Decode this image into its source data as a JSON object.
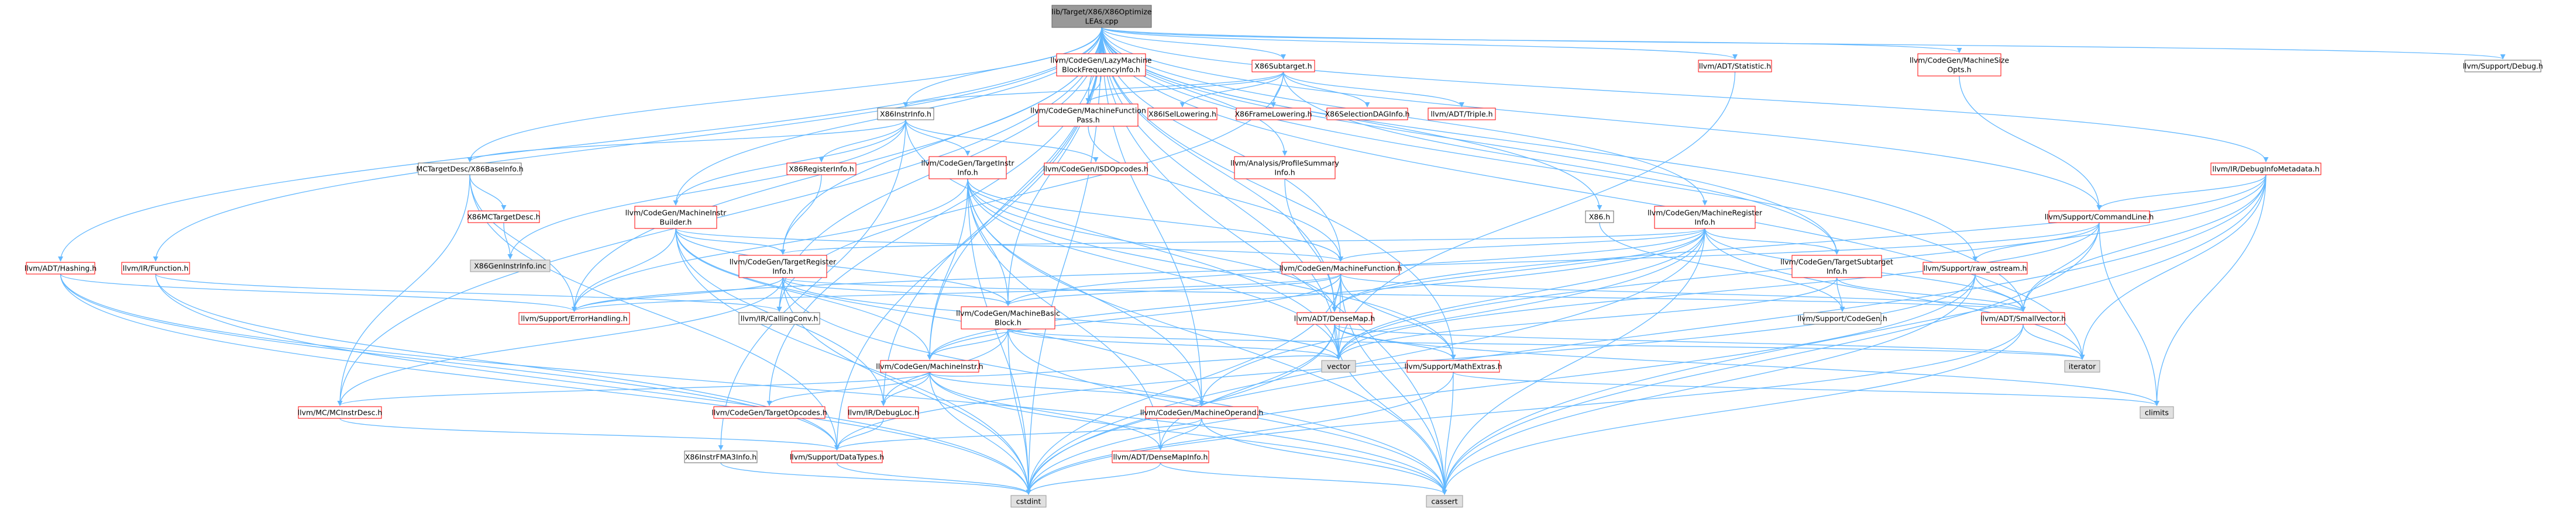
{
  "diagram": {
    "title": "Include dependency graph",
    "nodes": [
      {
        "id": "root",
        "label": [
          "lib/Target/X86/X86Optimize",
          "LEAs.cpp"
        ],
        "style": "root"
      },
      {
        "id": "lazymbfi",
        "label": [
          "llvm/CodeGen/LazyMachine",
          "BlockFrequencyInfo.h"
        ],
        "style": "red"
      },
      {
        "id": "x86subtarget",
        "label": [
          "X86Subtarget.h"
        ],
        "style": "red"
      },
      {
        "id": "statistic",
        "label": [
          "llvm/ADT/Statistic.h"
        ],
        "style": "red"
      },
      {
        "id": "machinesizeopts",
        "label": [
          "llvm/CodeGen/MachineSize",
          "Opts.h"
        ],
        "style": "red"
      },
      {
        "id": "debug",
        "label": [
          "llvm/Support/Debug.h"
        ],
        "style": "black"
      },
      {
        "id": "x86instrinfo",
        "label": [
          "X86InstrInfo.h"
        ],
        "style": "black"
      },
      {
        "id": "mfpass",
        "label": [
          "llvm/CodeGen/MachineFunction",
          "Pass.h"
        ],
        "style": "red"
      },
      {
        "id": "x86isellowering",
        "label": [
          "X86ISelLowering.h"
        ],
        "style": "red"
      },
      {
        "id": "x86framelowering",
        "label": [
          "X86FrameLowering.h"
        ],
        "style": "red"
      },
      {
        "id": "x86selectiondaginfo",
        "label": [
          "X86SelectionDAGInfo.h"
        ],
        "style": "red"
      },
      {
        "id": "triple",
        "label": [
          "llvm/ADT/Triple.h"
        ],
        "style": "red"
      },
      {
        "id": "x86baseinfo",
        "label": [
          "MCTargetDesc/X86BaseInfo.h"
        ],
        "style": "black"
      },
      {
        "id": "x86registerinfo",
        "label": [
          "X86RegisterInfo.h"
        ],
        "style": "red"
      },
      {
        "id": "targetinstrinfo",
        "label": [
          "llvm/CodeGen/TargetInstr",
          "Info.h"
        ],
        "style": "red"
      },
      {
        "id": "isdopcodes",
        "label": [
          "llvm/CodeGen/ISDOpcodes.h"
        ],
        "style": "red"
      },
      {
        "id": "profilesummaryinfo",
        "label": [
          "llvm/Analysis/ProfileSummary",
          "Info.h"
        ],
        "style": "red"
      },
      {
        "id": "x86h",
        "label": [
          "X86.h"
        ],
        "style": "black"
      },
      {
        "id": "mreginfo",
        "label": [
          "llvm/CodeGen/MachineRegister",
          "Info.h"
        ],
        "style": "red"
      },
      {
        "id": "debuginfometadata",
        "label": [
          "llvm/IR/DebugInfoMetadata.h"
        ],
        "style": "red"
      },
      {
        "id": "x86mctargetdesc",
        "label": [
          "X86MCTargetDesc.h"
        ],
        "style": "red"
      },
      {
        "id": "mibuilder",
        "label": [
          "llvm/CodeGen/MachineInstr",
          "Builder.h"
        ],
        "style": "red"
      },
      {
        "id": "commandline",
        "label": [
          "llvm/Support/CommandLine.h"
        ],
        "style": "red"
      },
      {
        "id": "x86geninstrinfo",
        "label": [
          "X86GenInstrInfo.inc"
        ],
        "style": "gray"
      },
      {
        "id": "hashing",
        "label": [
          "llvm/ADT/Hashing.h"
        ],
        "style": "red"
      },
      {
        "id": "irfunction",
        "label": [
          "llvm/IR/Function.h"
        ],
        "style": "red"
      },
      {
        "id": "targetreginfo",
        "label": [
          "llvm/CodeGen/TargetRegister",
          "Info.h"
        ],
        "style": "red"
      },
      {
        "id": "machinefunction",
        "label": [
          "llvm/CodeGen/MachineFunction.h"
        ],
        "style": "red"
      },
      {
        "id": "targetsubtarget",
        "label": [
          "llvm/CodeGen/TargetSubtarget",
          "Info.h"
        ],
        "style": "red"
      },
      {
        "id": "rawostream",
        "label": [
          "llvm/Support/raw_ostream.h"
        ],
        "style": "red"
      },
      {
        "id": "errorhandling",
        "label": [
          "llvm/Support/ErrorHandling.h"
        ],
        "style": "red"
      },
      {
        "id": "callingconv",
        "label": [
          "llvm/IR/CallingConv.h"
        ],
        "style": "black"
      },
      {
        "id": "machinebasicblock",
        "label": [
          "llvm/CodeGen/MachineBasic",
          "Block.h"
        ],
        "style": "red"
      },
      {
        "id": "densemap",
        "label": [
          "llvm/ADT/DenseMap.h"
        ],
        "style": "red"
      },
      {
        "id": "codegenh",
        "label": [
          "llvm/Support/CodeGen.h"
        ],
        "style": "black"
      },
      {
        "id": "smallvector",
        "label": [
          "llvm/ADT/SmallVector.h"
        ],
        "style": "red"
      },
      {
        "id": "iterator",
        "label": [
          "iterator"
        ],
        "style": "gray"
      },
      {
        "id": "mathextras",
        "label": [
          "llvm/Support/MathExtras.h"
        ],
        "style": "red"
      },
      {
        "id": "vector",
        "label": [
          "vector"
        ],
        "style": "gray"
      },
      {
        "id": "machineinstr",
        "label": [
          "llvm/CodeGen/MachineInstr.h"
        ],
        "style": "red"
      },
      {
        "id": "climits",
        "label": [
          "climits"
        ],
        "style": "gray"
      },
      {
        "id": "mcinstrdesc",
        "label": [
          "llvm/MC/MCInstrDesc.h"
        ],
        "style": "red"
      },
      {
        "id": "targetopcodes",
        "label": [
          "llvm/CodeGen/TargetOpcodes.h"
        ],
        "style": "red"
      },
      {
        "id": "debugloc",
        "label": [
          "llvm/IR/DebugLoc.h"
        ],
        "style": "red"
      },
      {
        "id": "machineoperand",
        "label": [
          "llvm/CodeGen/MachineOperand.h"
        ],
        "style": "red"
      },
      {
        "id": "x86fma3info",
        "label": [
          "X86InstrFMA3Info.h"
        ],
        "style": "black"
      },
      {
        "id": "datatypes",
        "label": [
          "llvm/Support/DataTypes.h"
        ],
        "style": "red"
      },
      {
        "id": "densemapinfo",
        "label": [
          "llvm/ADT/DenseMapInfo.h"
        ],
        "style": "red"
      },
      {
        "id": "cstdint",
        "label": [
          "cstdint"
        ],
        "style": "gray"
      },
      {
        "id": "cassert",
        "label": [
          "cassert"
        ],
        "style": "gray"
      }
    ]
  }
}
